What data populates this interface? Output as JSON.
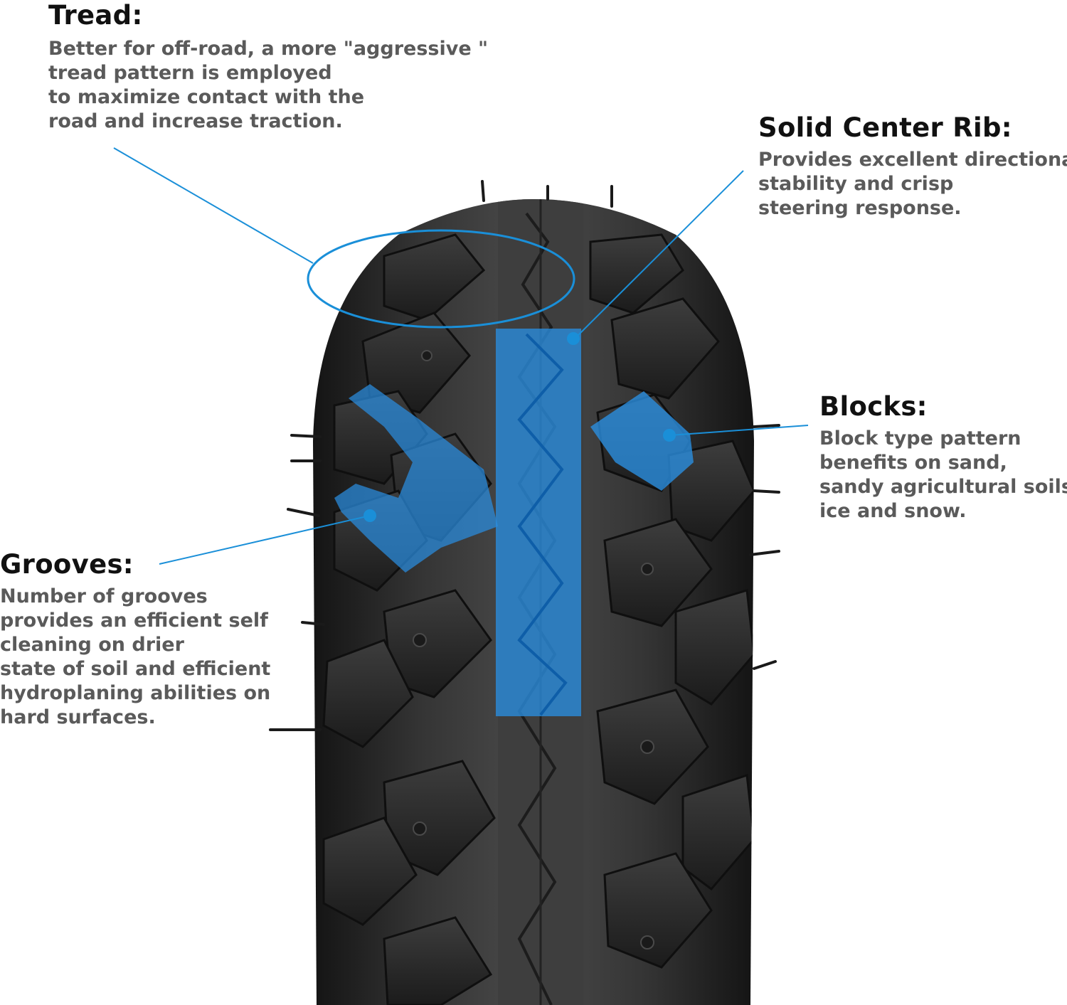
{
  "colors": {
    "accent": "#1a8fd8",
    "highlight": "#2a8ee0",
    "title": "#111111",
    "description": "#5a5a5a",
    "rubber": "#2b2b2b"
  },
  "callouts": {
    "tread": {
      "title": "Tread:",
      "lines": [
        "Better for off-road, a more \"aggressive \"",
        "tread pattern is employed",
        "to maximize contact with the",
        "road and increase traction."
      ]
    },
    "rib": {
      "title": "Solid Center Rib:",
      "lines": [
        "Provides excellent directional",
        "stability and crisp",
        "steering response."
      ]
    },
    "blocks": {
      "title": "Blocks:",
      "lines": [
        "Block type pattern",
        "benefits on sand,",
        "sandy agricultural soils,",
        "ice and snow."
      ]
    },
    "grooves": {
      "title": "Grooves:",
      "lines": [
        "Number of grooves",
        "provides an efficient self",
        "cleaning on drier",
        "state of soil and efficient",
        "hydroplaning abilities on",
        "hard surfaces."
      ]
    }
  }
}
